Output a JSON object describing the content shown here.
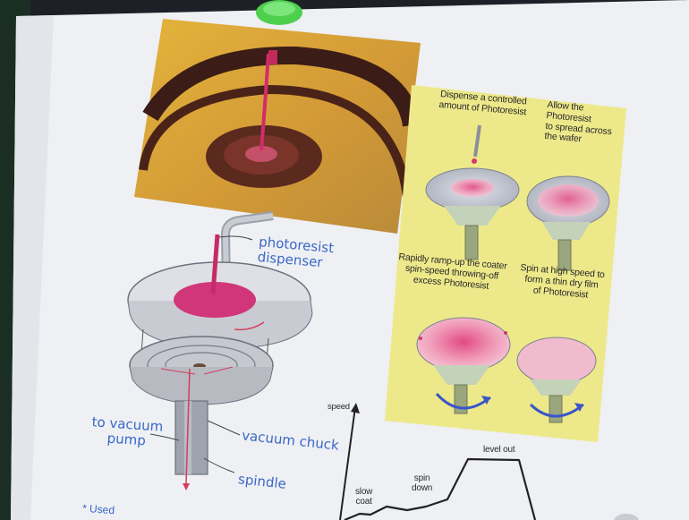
{
  "labels": {
    "photoresist_dispenser": "photoresist\ndispenser",
    "to_vacuum_pump": "to vacuum\npump",
    "vacuum_chuck": "vacuum chuck",
    "spindle": "spindle",
    "footnote": "* Used"
  },
  "steps": {
    "dispense": "Dispense a controlled\namount of Photoresist",
    "spread": "Allow the\nPhotoresist\nto spread across\nthe wafer",
    "ramp": "Rapidly ramp-up the coater\nspin-speed throwing-off\nexcess Photoresist",
    "spin": "Spin at high speed to\nform a thin dry film\nof Photoresist"
  },
  "graph": {
    "ylabel": "speed",
    "slow_coat": "slow\ncoat",
    "spin_down": "spin\ndown",
    "level_out": "level out"
  },
  "colors": {
    "page": "#eef0f3",
    "yellow_panel": "#ede98a",
    "resist": "#d63870",
    "label_blue": "#3a67c8"
  }
}
